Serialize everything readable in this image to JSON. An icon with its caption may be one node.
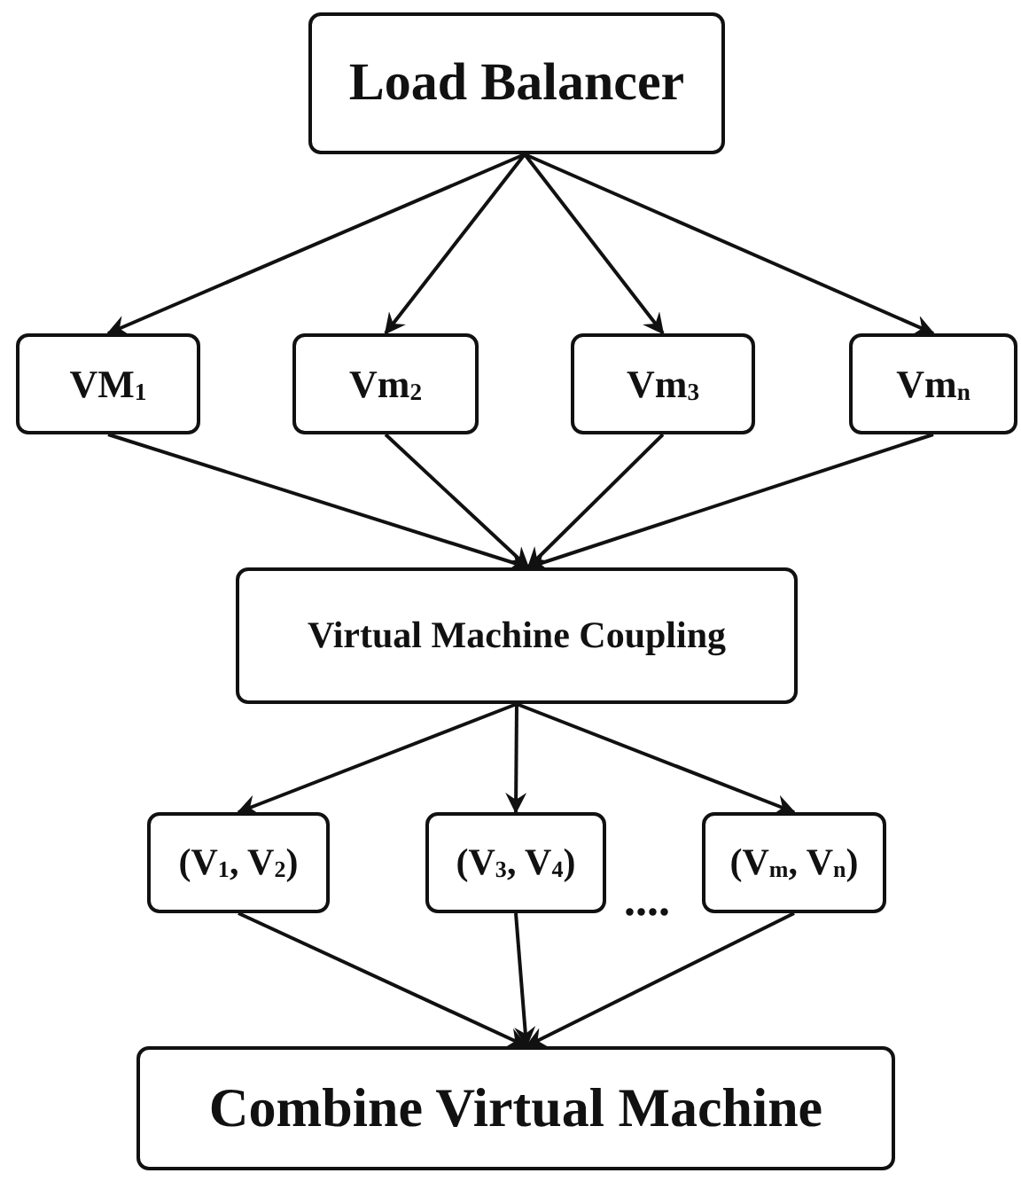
{
  "diagram": {
    "nodes": [
      {
        "text": [
          "Load Balancer"
        ]
      },
      {
        "text": [
          "VM$_{1}$"
        ]
      },
      {
        "text": [
          "Vm$_{2}$"
        ]
      },
      {
        "text": [
          "Vm$_{3}$"
        ]
      },
      {
        "text": [
          "Vm$_{n}$"
        ]
      },
      {
        "text": [
          "Virtual Machine Coupling"
        ]
      },
      {
        "text": [
          "(V$_{1}$, V$_{2}$)"
        ]
      },
      {
        "text": [
          "(V$_{3}$, V$_{4}$)"
        ]
      },
      {
        "text": [
          "(V$_{m}$, V$_{n}$)"
        ]
      },
      {
        "text": [
          "Combine Virtual Machine"
        ]
      }
    ],
    "edges": [
      {
        "from": 0,
        "to": 1,
        "arrow": "to"
      },
      {
        "from": 0,
        "to": 2,
        "arrow": "to"
      },
      {
        "from": 0,
        "to": 3,
        "arrow": "to"
      },
      {
        "from": 0,
        "to": 4,
        "arrow": "to"
      },
      {
        "from": 1,
        "to": 5,
        "arrow": "to"
      },
      {
        "from": 2,
        "to": 5,
        "arrow": "to"
      },
      {
        "from": 3,
        "to": 5,
        "arrow": "to"
      },
      {
        "from": 4,
        "to": 5,
        "arrow": "to"
      },
      {
        "from": 5,
        "to": 6,
        "arrow": "to"
      },
      {
        "from": 5,
        "to": 7,
        "arrow": "to"
      },
      {
        "from": 5,
        "to": 8,
        "arrow": "to"
      },
      {
        "from": 6,
        "to": 9,
        "arrow": "to"
      },
      {
        "from": 7,
        "to": 9,
        "arrow": "to"
      },
      {
        "from": 8,
        "to": 9,
        "arrow": "to"
      }
    ],
    "labels": [
      "...."
    ]
  }
}
